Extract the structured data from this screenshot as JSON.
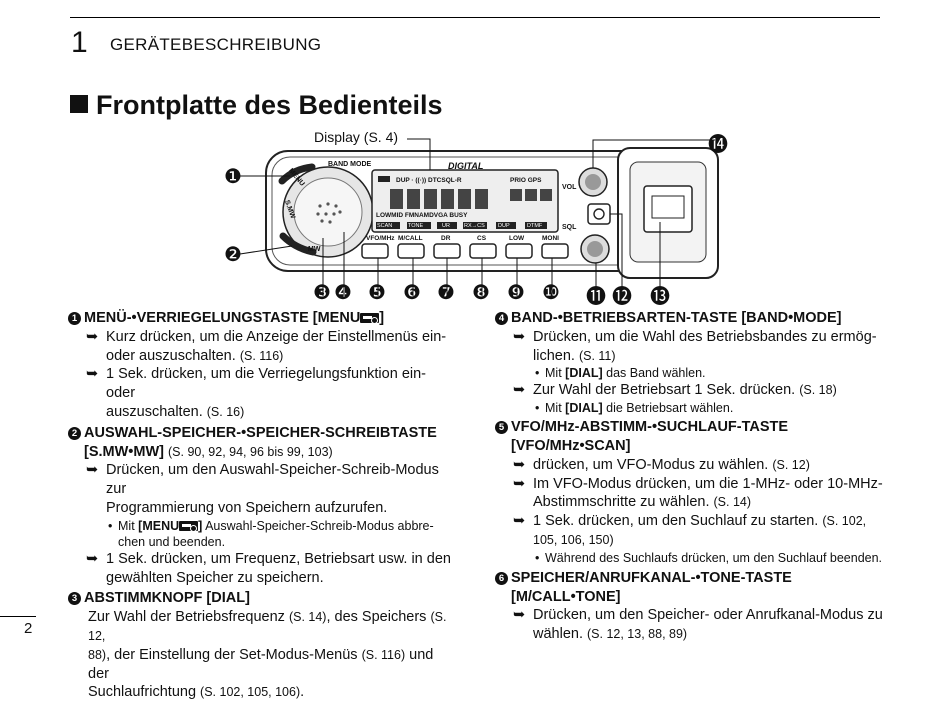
{
  "header": {
    "chapter_number": "1",
    "chapter_title": "GERÄTEBESCHREIBUNG"
  },
  "section_title": "Frontplatte des Bedienteils",
  "page_number": "2",
  "figure": {
    "display_label": "Display (S. 4)",
    "device_labels": {
      "digital": "DIGITAL",
      "band_mode": "BAND MODE",
      "menu": "MENU",
      "smw": "S.MW",
      "mw": "MW",
      "vol": "VOL",
      "sql": "SQL",
      "row1": "DUP · ((·)) DTCSQL-R",
      "row1b": "PRIO GPS",
      "row2": "LOWMID FMNAMDVGA BUSY",
      "keys_bar": [
        "SCAN",
        "TONE",
        "UR",
        "RX→CS",
        "DUP",
        "DTMF"
      ],
      "buttons": [
        "VFO/MHz",
        "M/CALL",
        "DR",
        "CS",
        "LOW",
        "MONI"
      ]
    },
    "callouts": [
      "❶",
      "❷",
      "❸",
      "❹",
      "❺",
      "❻",
      "❼",
      "❽",
      "❾",
      "❿",
      "⓫",
      "⓬",
      "⓭",
      "⓮"
    ]
  },
  "left": {
    "i1": {
      "num": "1",
      "title": "MENÜ-•VERRIEGELUNGSTASTE [MENU",
      "title_end": "]",
      "b1a": "Kurz drücken, um die Anzeige der Einstellmenüs ein-",
      "b1b": "oder auszuschalten.",
      "b1r": "(S. 116)",
      "b2a": "1 Sek. drücken, um die Verriegelungsfunktion ein- oder",
      "b2b": "auszuschalten.",
      "b2r": "(S. 16)"
    },
    "i2": {
      "num": "2",
      "title": "AUSWAHL-SPEICHER-•SPEICHER-SCHREIBTASTE",
      "cont": "[S.MW•MW]",
      "cont_ref": "(S. 90, 92, 94, 96 bis 99, 103)",
      "b1a": "Drücken, um den Auswahl-Speicher-Schreib-Modus zur",
      "b1b": "Programmierung von Speichern aufzurufen.",
      "s1a": "Mit",
      "s1key": "[MENU",
      "s1keyend": "]",
      "s1b": "Auswahl-Speicher-Schreib-Modus abbre-",
      "s1c": "chen und beenden.",
      "b2a": "1 Sek. drücken, um Frequenz, Betriebsart usw. in den",
      "b2b": "gewählten Speicher zu speichern."
    },
    "i3": {
      "num": "3",
      "title": "ABSTIMMKNOPF [DIAL]",
      "p1": "Zur Wahl der Betriebsfrequenz",
      "r1": "(S. 14)",
      "p1b": ", des Speichers",
      "r1b": "(S. 12,",
      "p2r": "88)",
      "p2": ", der Einstellung der Set-Modus-Menüs",
      "r2": "(S. 116)",
      "p2b": "und der",
      "p3": "Suchlaufrichtung",
      "r3": "(S. 102, 105, 106)",
      "p3b": "."
    }
  },
  "right": {
    "i4": {
      "num": "4",
      "title": "BAND-•BETRIEBSARTEN-TASTE [BAND•MODE]",
      "b1a": "Drücken, um die Wahl des Betriebsbandes zu ermög-",
      "b1b": "lichen.",
      "b1r": "(S. 11)",
      "s1a": "Mit",
      "s1k": "[DIAL]",
      "s1b": "das Band wählen.",
      "b2a": "Zur Wahl der Betriebsart 1 Sek. drücken.",
      "b2r": "(S. 18)",
      "s2a": "Mit",
      "s2k": "[DIAL]",
      "s2b": "die Betriebsart wählen."
    },
    "i5": {
      "num": "5",
      "title": "VFO/MHz-ABSTIMM-•SUCHLAUF-TASTE",
      "cont": "[VFO/MHz•SCAN]",
      "b1": "drücken, um VFO-Modus zu wählen.",
      "b1r": "(S. 12)",
      "b2a": "Im VFO-Modus drücken, um die 1-MHz- oder 10-MHz-",
      "b2b": "Abstimmschritte zu wählen.",
      "b2r": "(S. 14)",
      "b3a": "1 Sek. drücken, um den Suchlauf zu starten.",
      "b3r": "(S. 102,",
      "b3b": "105, 106, 150)",
      "s1": "Während des Suchlaufs drücken, um den Suchlauf beenden."
    },
    "i6": {
      "num": "6",
      "title": "SPEICHER/ANRUFKANAL-•TONE-TASTE [M/CALL•TONE]",
      "b1a": "Drücken, um den Speicher- oder Anrufkanal-Modus zu",
      "b1b": "wählen.",
      "b1r": "(S. 12, 13, 88, 89)"
    }
  }
}
